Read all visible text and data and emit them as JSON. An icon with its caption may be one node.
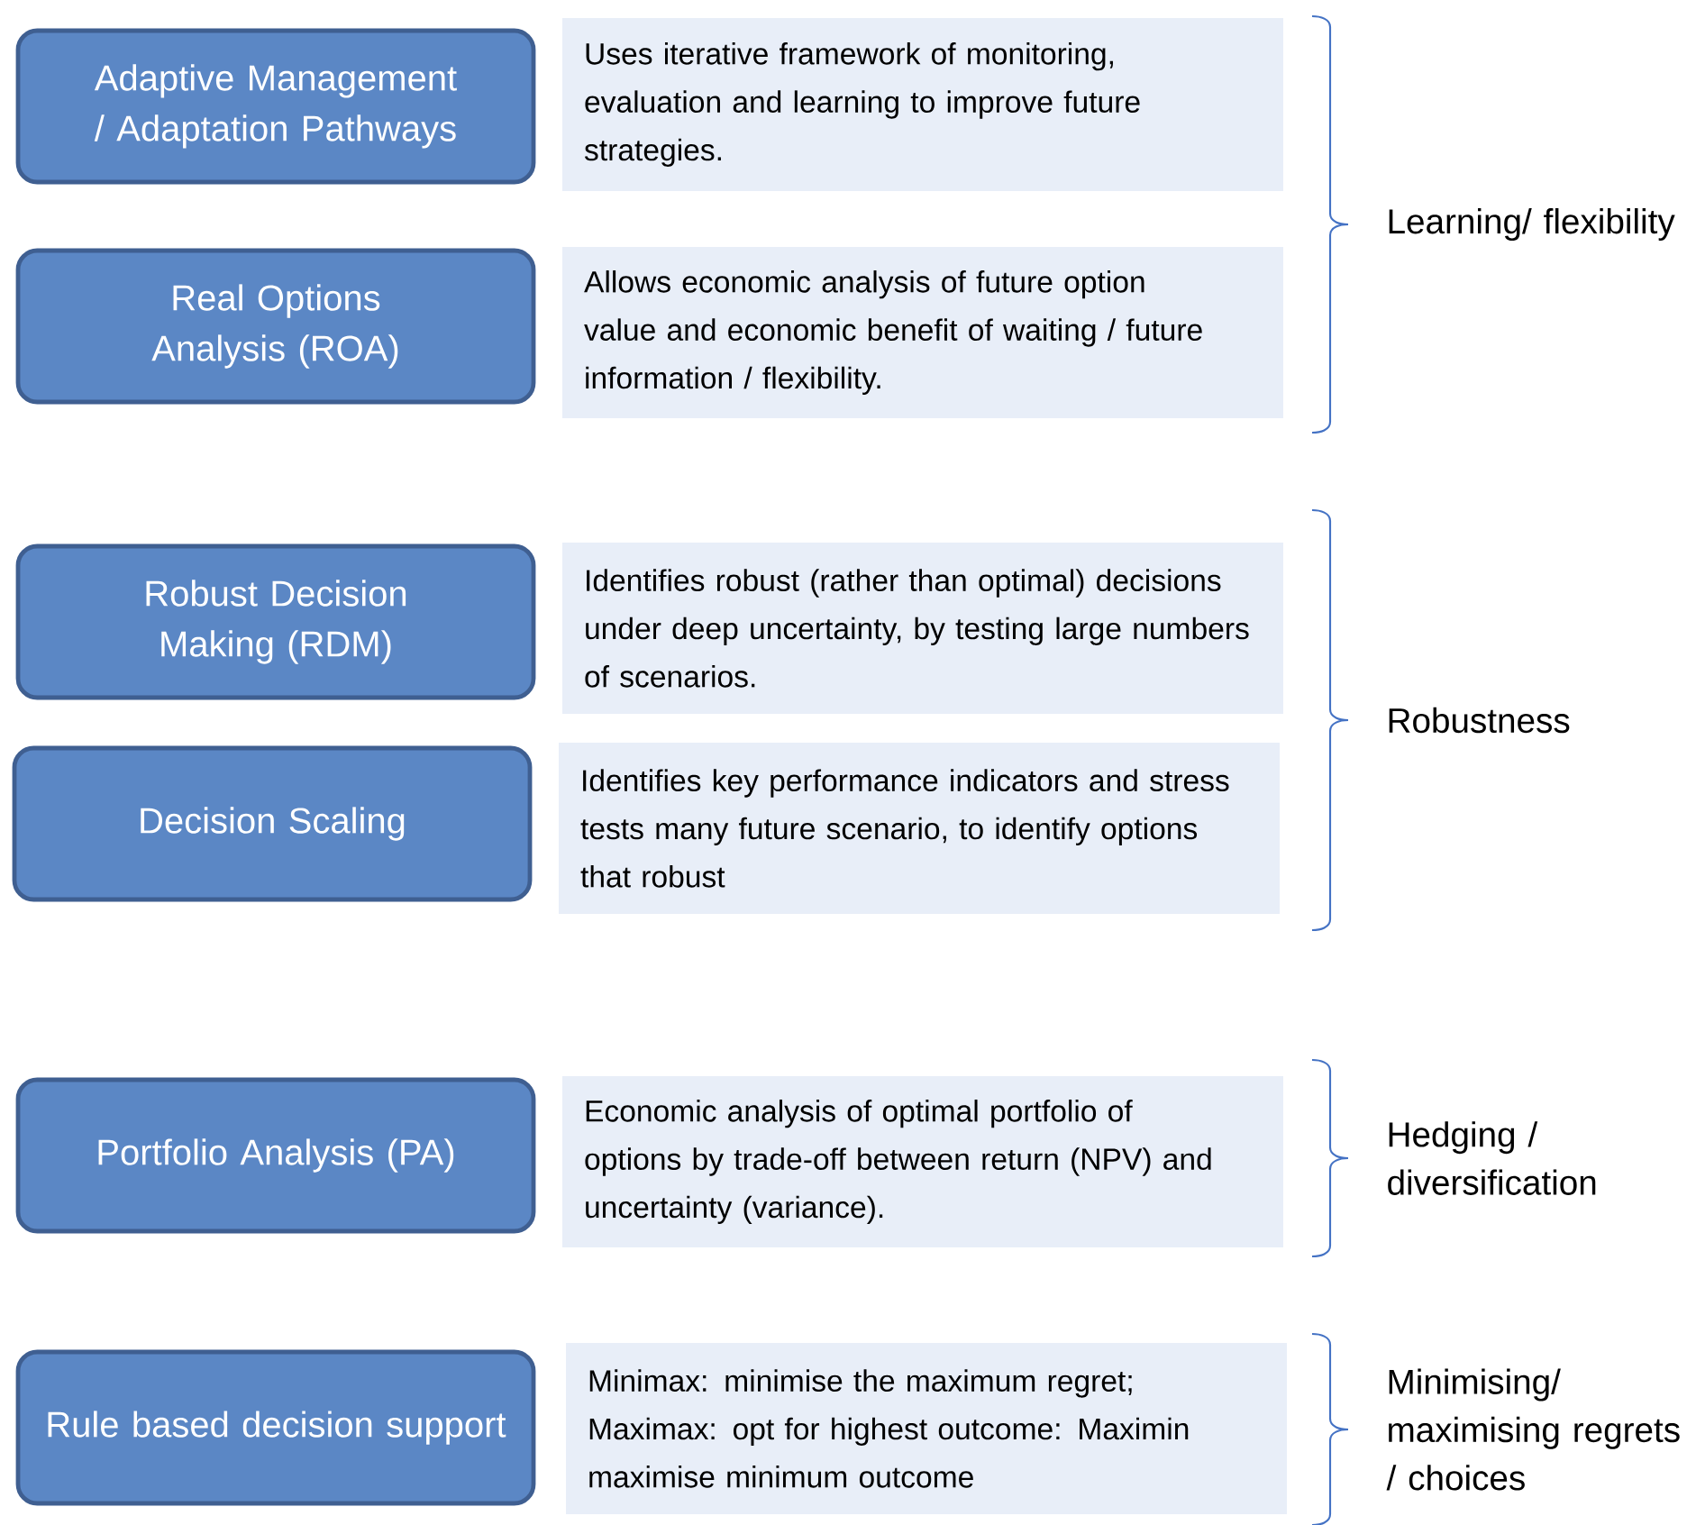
{
  "diagram": {
    "nodes": [
      {
        "text": [
          "Adaptive Management / Adaptation Pathways"
        ]
      },
      {
        "text": [
          "Uses iterative framework of monitoring, evaluation and learning to improve future strategies."
        ]
      },
      {
        "text": [
          "Real Options Analysis (ROA)"
        ]
      },
      {
        "text": [
          "Allows economic analysis of future option value and economic benefit of waiting / future information / flexibility."
        ]
      },
      {
        "text": [
          "Robust Decision Making (RDM)"
        ]
      },
      {
        "text": [
          "Identifies robust (rather than optimal) decisions under deep uncertainty, by testing large numbers of scenarios."
        ]
      },
      {
        "text": [
          "Decision Scaling"
        ]
      },
      {
        "text": [
          "Identifies key performance indicators and stress tests many future scenario, to identify options that robust"
        ]
      },
      {
        "text": [
          "Portfolio Analysis (PA)"
        ]
      },
      {
        "text": [
          "Economic analysis of optimal portfolio of options by trade-off between return (NPV) and uncertainty (variance)."
        ]
      },
      {
        "text": [
          "Rule based decision support"
        ]
      },
      {
        "text": [
          "Minimax: minimise the maximum regret; Maximax: opt for highest outcome: Maximin maximise minimum outcome"
        ]
      }
    ],
    "labels": [
      "Learning/ flexibility",
      "Robustness",
      "Hedging / diversification",
      "Minimising/ maximising regrets / choices"
    ]
  }
}
